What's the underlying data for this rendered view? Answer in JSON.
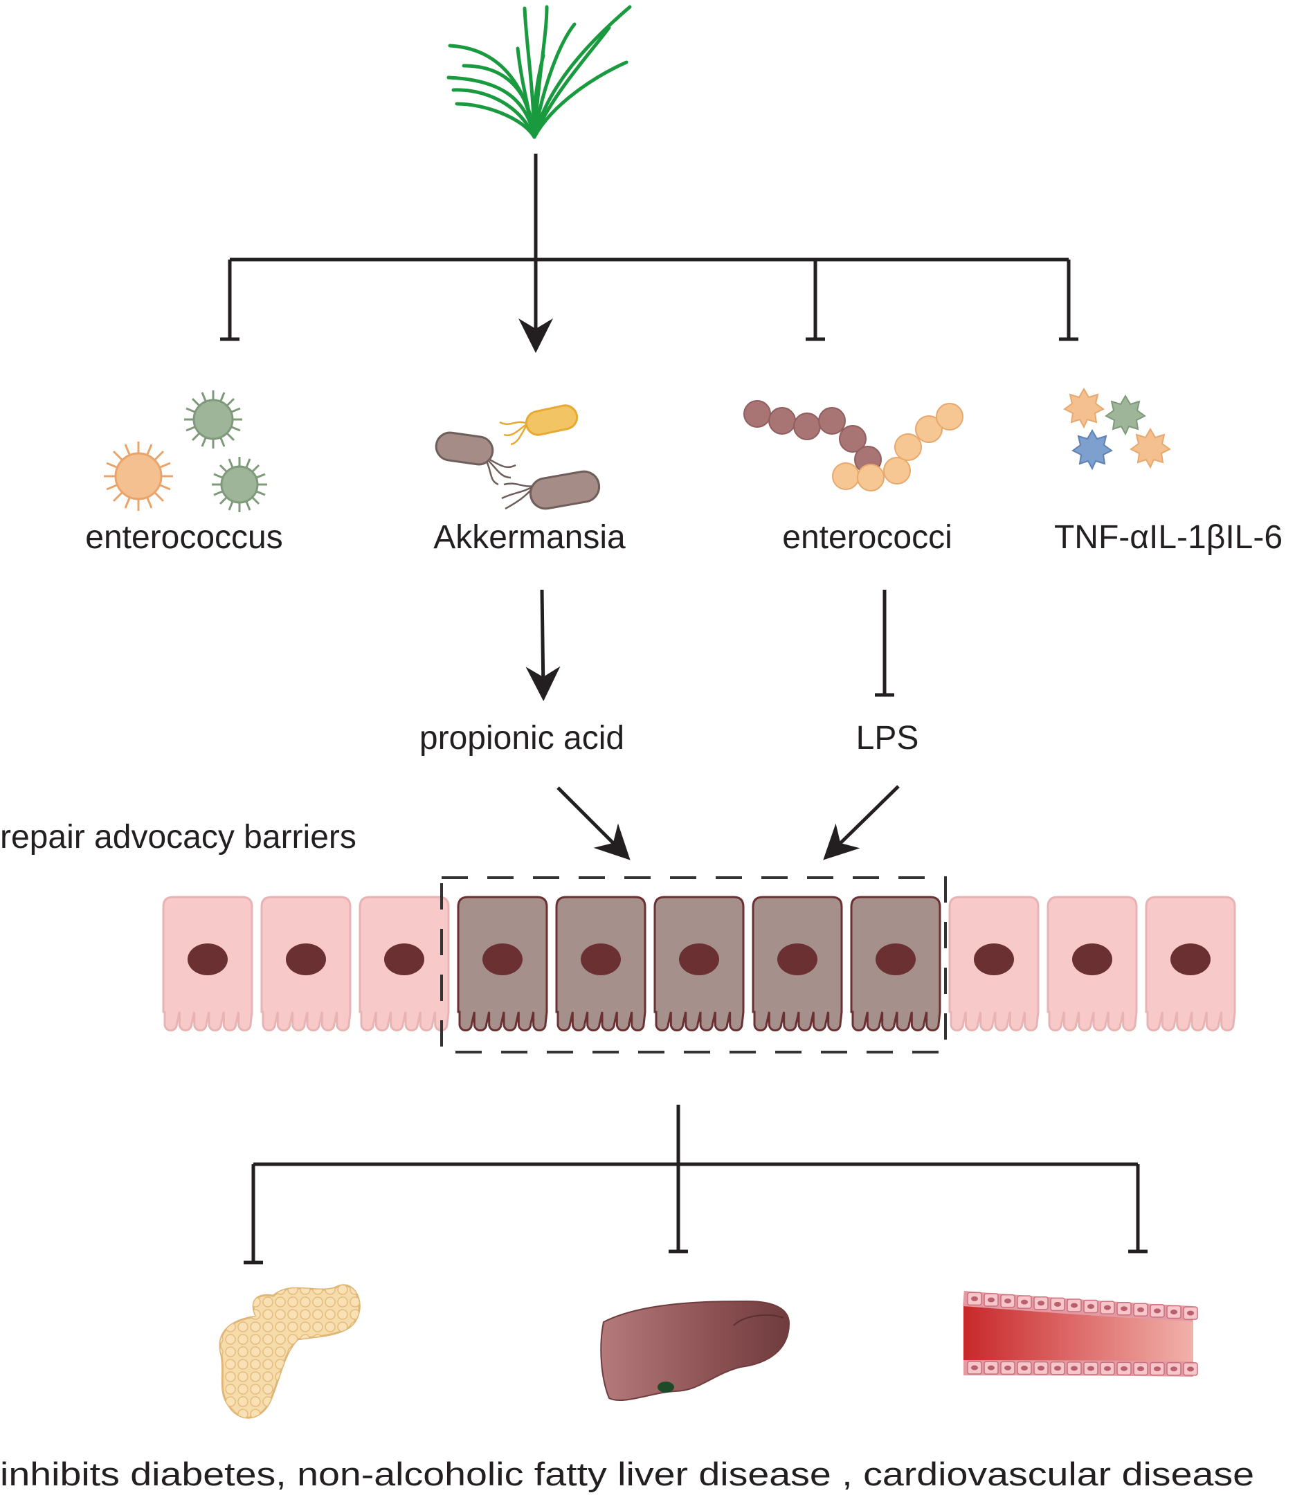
{
  "colors": {
    "line": "#231f20",
    "grass": "#1a9a3e",
    "peach": "#f5c08f",
    "green_microbe": "#9fb59a",
    "rod": "#a58c87",
    "rod_yellow": "#f3c464",
    "chain_dark": "#a97474",
    "chain_light": "#f6c793",
    "cytokine_blue": "#7ea0cf",
    "cell_pink": "#f7c9c9",
    "cell_repaired": "#a5908c",
    "nucleus": "#6b3032",
    "liver": "#9a6062",
    "vessel_red": "#c8282a"
  },
  "labels": {
    "microbe_1": "enterococcus",
    "microbe_2": "Akkermansia",
    "microbe_3": "enterococci",
    "microbe_4": "TNF-αIL-1βIL-6",
    "metabolite_1": "propionic acid",
    "metabolite_2": "LPS",
    "barrier": "repair advocacy barriers",
    "outcome": "inhibits diabetes, non-alcoholic fatty liver disease , cardiovascular disease"
  }
}
